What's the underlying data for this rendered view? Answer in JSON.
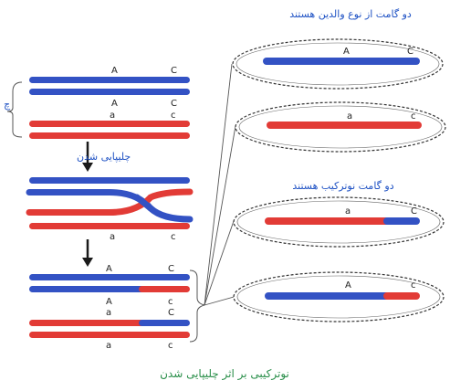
{
  "colors": {
    "blue": "#3352c4",
    "red": "#e23b36",
    "caption_blue": "#1f52c4",
    "caption_green": "#2a8f4a",
    "arrow": "#1a1a1a"
  },
  "captions": {
    "parental_gametes": "دو گامت از نوع والدین هستند",
    "recombinant_gametes": "دو گامت نوترکیب هستند",
    "crossing_over_step": "چلیپایی شدن",
    "bottom_caption": "نوترکیبی بر اثر چلیپایی شدن",
    "left_cut_label": "چ"
  },
  "allele_labels": {
    "A": "A",
    "C": "C",
    "a": "a",
    "c": "c"
  }
}
